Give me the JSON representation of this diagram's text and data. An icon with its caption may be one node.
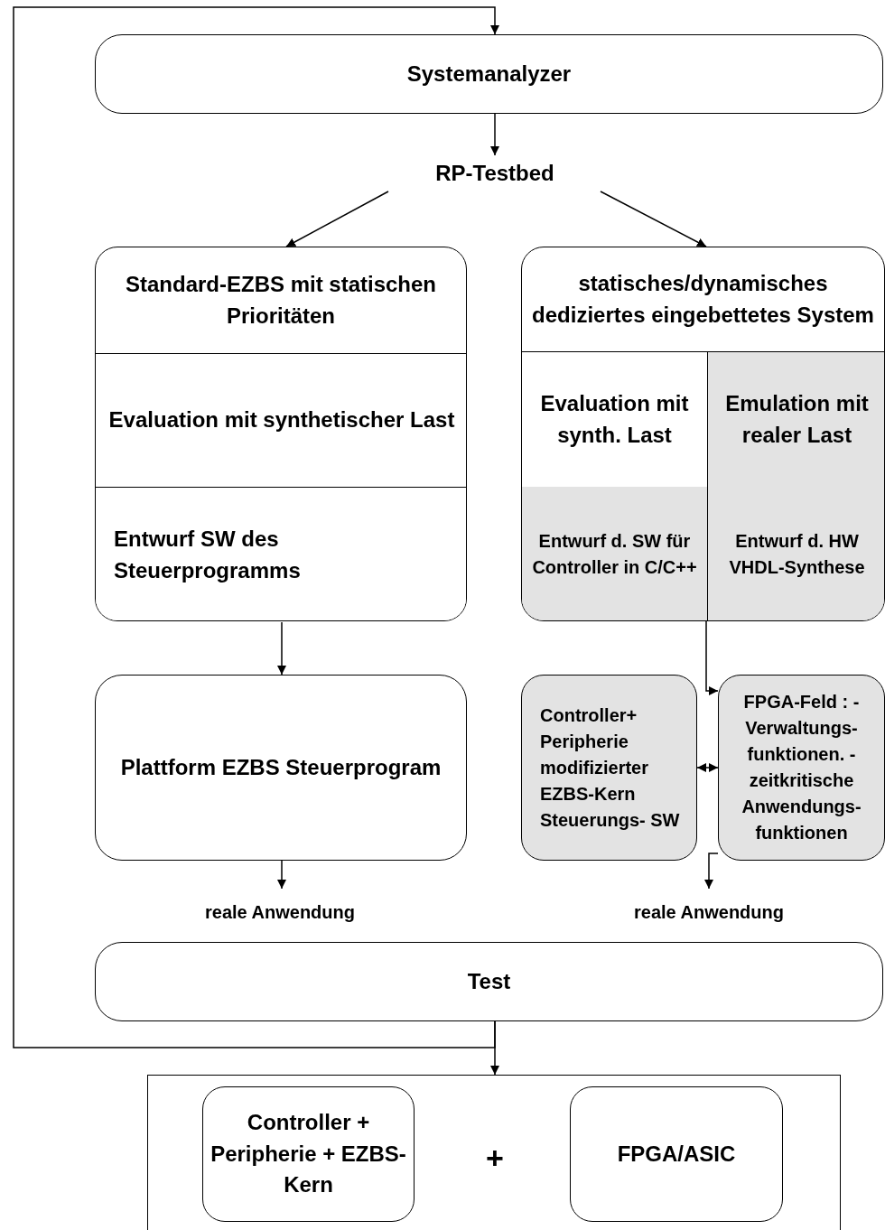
{
  "diagram": {
    "nodes": [
      {
        "text": [
          "Systemanalyzer"
        ]
      },
      {
        "text": [
          "RP-Testbed"
        ]
      },
      {
        "text": [
          "Standard-EZBS mit statischen Prioritäten"
        ]
      },
      {
        "text": [
          "Evaluation mit synthetischer Last"
        ],
        "in": 2
      },
      {
        "text": [
          "Entwurf SW des Steuerprogramms"
        ],
        "in": 2
      },
      {
        "text": [
          "statisches/dynamisches dediziertes eingebettetes System"
        ]
      },
      {
        "text": [
          "Evaluation mit synth. Last"
        ],
        "in": 5
      },
      {
        "text": [
          "Emulation mit realer Last"
        ],
        "in": 5
      },
      {
        "text": [
          "Entwurf d. SW für Controller in C/C++"
        ],
        "in": 5
      },
      {
        "text": [
          "Entwurf d. HW VHDL-Synthese"
        ],
        "in": 5
      },
      {
        "text": [
          "Plattform EZBS Steuerprogram"
        ]
      },
      {
        "text": [
          "Controller+ Peripherie modifizierter EZBS-Kern Steuerungs- SW"
        ]
      },
      {
        "text": [
          "FPGA-Feld : -Verwaltungs- funktionen. -zeitkritische Anwendungs- funktionen"
        ]
      },
      {
        "text": [
          "reale Anwendung"
        ]
      },
      {
        "text": [
          "reale Anwendung"
        ]
      },
      {
        "text": [
          "Test"
        ]
      },
      {
        "text": [],
        "shape": "box"
      },
      {
        "text": [
          "Controller + Peripherie + EZBS-Kern"
        ],
        "in": 16
      },
      {
        "text": [
          "FPGA/ASIC"
        ],
        "in": 16
      }
    ],
    "edges": [
      {
        "from": 0,
        "to": 1,
        "arrow": "to"
      },
      {
        "from": 1,
        "to": 2,
        "arrow": "to"
      },
      {
        "from": 1,
        "to": 5,
        "arrow": "to"
      },
      {
        "from": 4,
        "to": 10,
        "arrow": "to"
      },
      {
        "from": 5,
        "to": 12,
        "arrow": "to"
      },
      {
        "from": 11,
        "to": 12,
        "arrow": "both"
      },
      {
        "from": 10,
        "to": 13,
        "arrow": "to"
      },
      {
        "from": 12,
        "to": 14,
        "arrow": "to"
      },
      {
        "from": 15,
        "to": 16,
        "arrow": "to"
      },
      {
        "from": 15,
        "to": 0,
        "arrow": "to"
      }
    ],
    "labels": [
      "+"
    ]
  }
}
